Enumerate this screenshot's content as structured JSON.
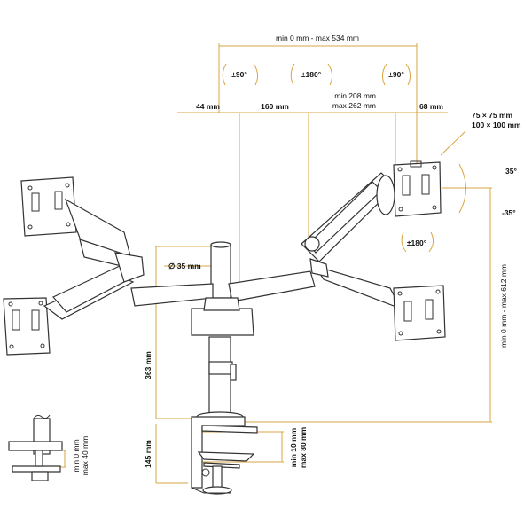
{
  "accent_color": "#d9a441",
  "dimensions": {
    "top_span": "min 0 mm - max 534 mm",
    "left_offset": "44 mm",
    "center_span": "160 mm",
    "inner_span_min": "min 208 mm",
    "inner_span_max": "max 262 mm",
    "right_offset": "68 mm",
    "vesa_line1": "75 × 75 mm",
    "vesa_line2": "100 × 100 mm",
    "pole_diameter": "∅ 35 mm",
    "pole_height": "363 mm",
    "clamp_height": "145 mm",
    "clamp_thickness_min": "min 10 mm",
    "clamp_thickness_max": "max 80 mm",
    "height_range": "min 0 mm - max 612 mm",
    "grommet_min": "min 0 mm",
    "grommet_max": "max 40 mm"
  },
  "rotations": {
    "left_swivel": "±90°",
    "center_rotate": "±180°",
    "right_swivel": "±90°",
    "screen_rotate": "±180°",
    "tilt_up": "35°",
    "tilt_down": "-35°"
  }
}
